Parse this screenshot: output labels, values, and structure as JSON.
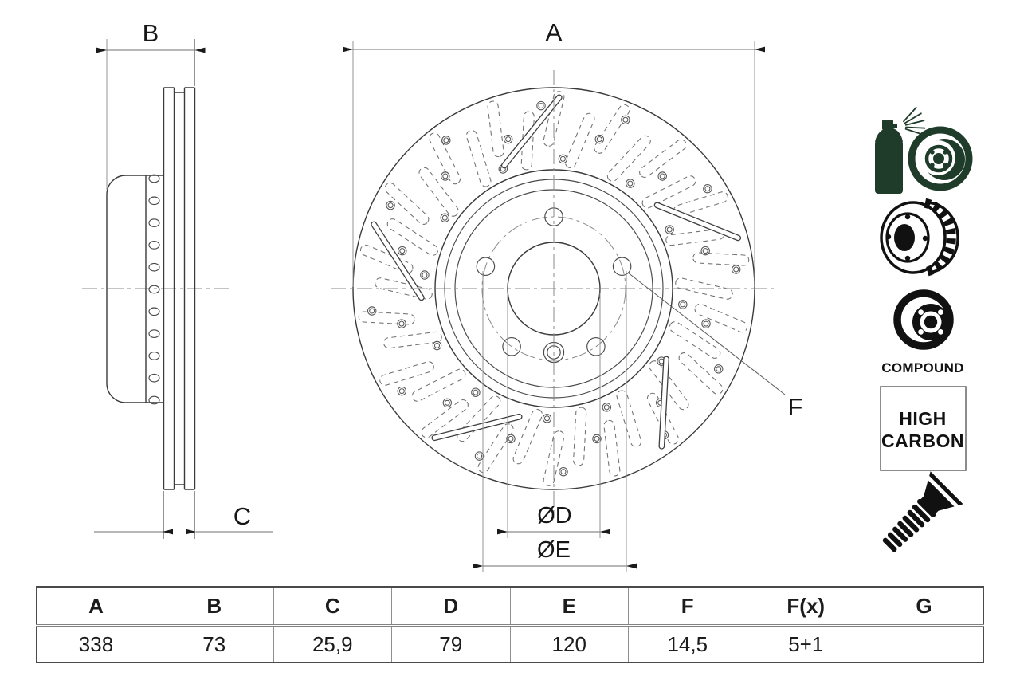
{
  "drawing": {
    "labels": {
      "a": "A",
      "b": "B",
      "c": "C",
      "d": "ØD",
      "e": "ØE",
      "f": "F"
    }
  },
  "icons": {
    "coating_spray": {
      "name": "spray-coating-disc-icon",
      "color": "#1f3c2b"
    },
    "vented_disc": {
      "name": "vented-disc-icon",
      "color": "#111111"
    },
    "compound_disc": {
      "name": "compound-disc-icon",
      "color": "#111111",
      "label": "COMPOUND"
    },
    "high_carbon": {
      "name": "high-carbon-badge",
      "line1": "HIGH",
      "line2": "CARBON"
    },
    "screw": {
      "name": "countersunk-screw-icon",
      "color": "#111111"
    }
  },
  "table": {
    "headers": [
      "A",
      "B",
      "C",
      "D",
      "E",
      "F",
      "F(x)",
      "G"
    ],
    "values": [
      "338",
      "73",
      "25,9",
      "79",
      "120",
      "14,5",
      "5+1",
      ""
    ]
  },
  "colors": {
    "icon_green": "#1f3c2b",
    "icon_black": "#111111",
    "outline": "#3a3a3a",
    "dim_line": "#8c8c8c",
    "arrow": "#1a1a1a",
    "centerline": "#8a8a8a",
    "table_border": "#4a4a4a"
  }
}
